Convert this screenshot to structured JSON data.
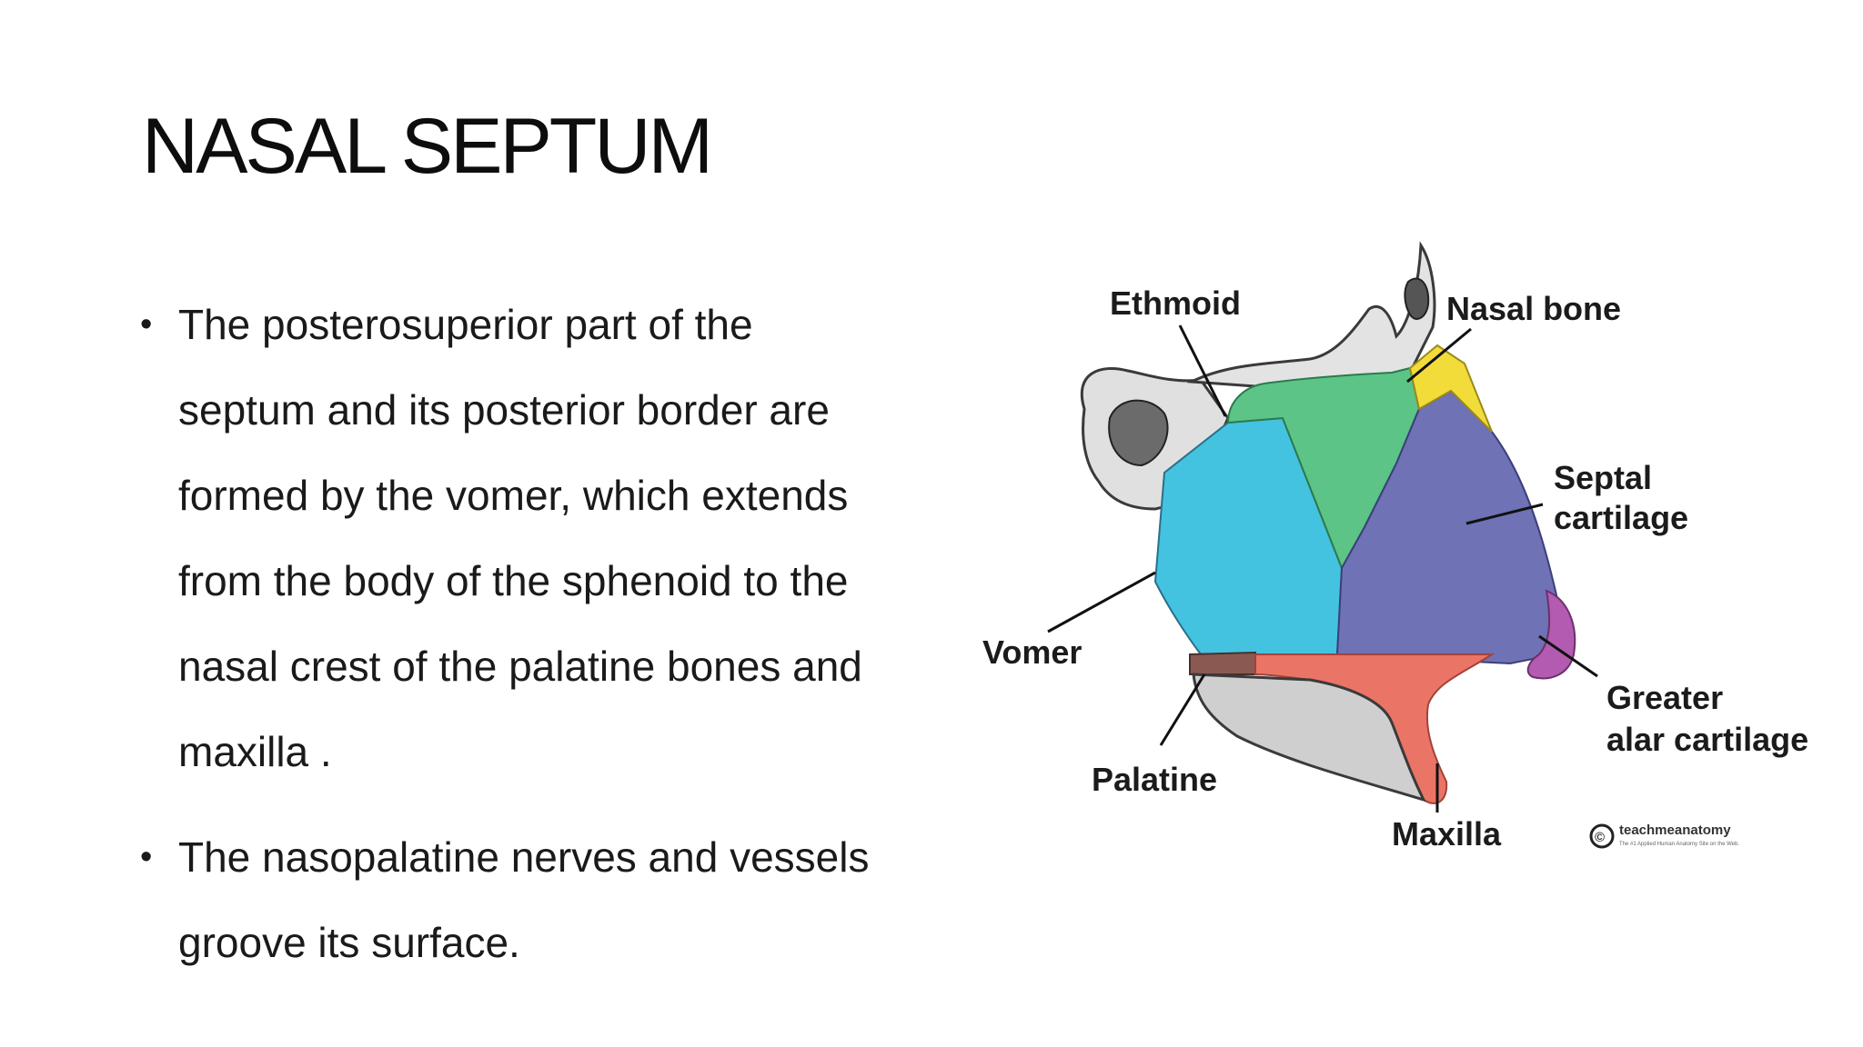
{
  "slide": {
    "title": "NASAL SEPTUM",
    "bullets": [
      {
        "text": "The posterosuperior part of the\nseptum and its posterior border are\nformed by the vomer, which extends\nfrom the body of the sphenoid to the\nnasal crest of the palatine bones and\nmaxilla ."
      },
      {
        "text": "The nasopalatine nerves and vessels\ngroove its surface."
      }
    ]
  },
  "diagram": {
    "labels": {
      "ethmoid": "Ethmoid",
      "nasal_bone": "Nasal bone",
      "septal_cartilage_line1": "Septal",
      "septal_cartilage_line2": "cartilage",
      "vomer": "Vomer",
      "greater_alar_line1": "Greater",
      "greater_alar_line2": "alar cartilage",
      "palatine": "Palatine",
      "maxilla": "Maxilla"
    },
    "credit": {
      "brand": "teachmeanatomy",
      "tagline": "The #1 Applied Human Anatomy Site on the Web.",
      "copyright_symbol": "©"
    },
    "colors": {
      "ethmoid": "#5cc486",
      "nasal_bone": "#f2dc3a",
      "septal_cartilage": "#6f72b4",
      "vomer": "#44c3e0",
      "greater_alar_cartilage": "#b25bb0",
      "palatine": "#8a5a52",
      "maxilla": "#ea7466",
      "bone": "#d9d9d9"
    }
  }
}
